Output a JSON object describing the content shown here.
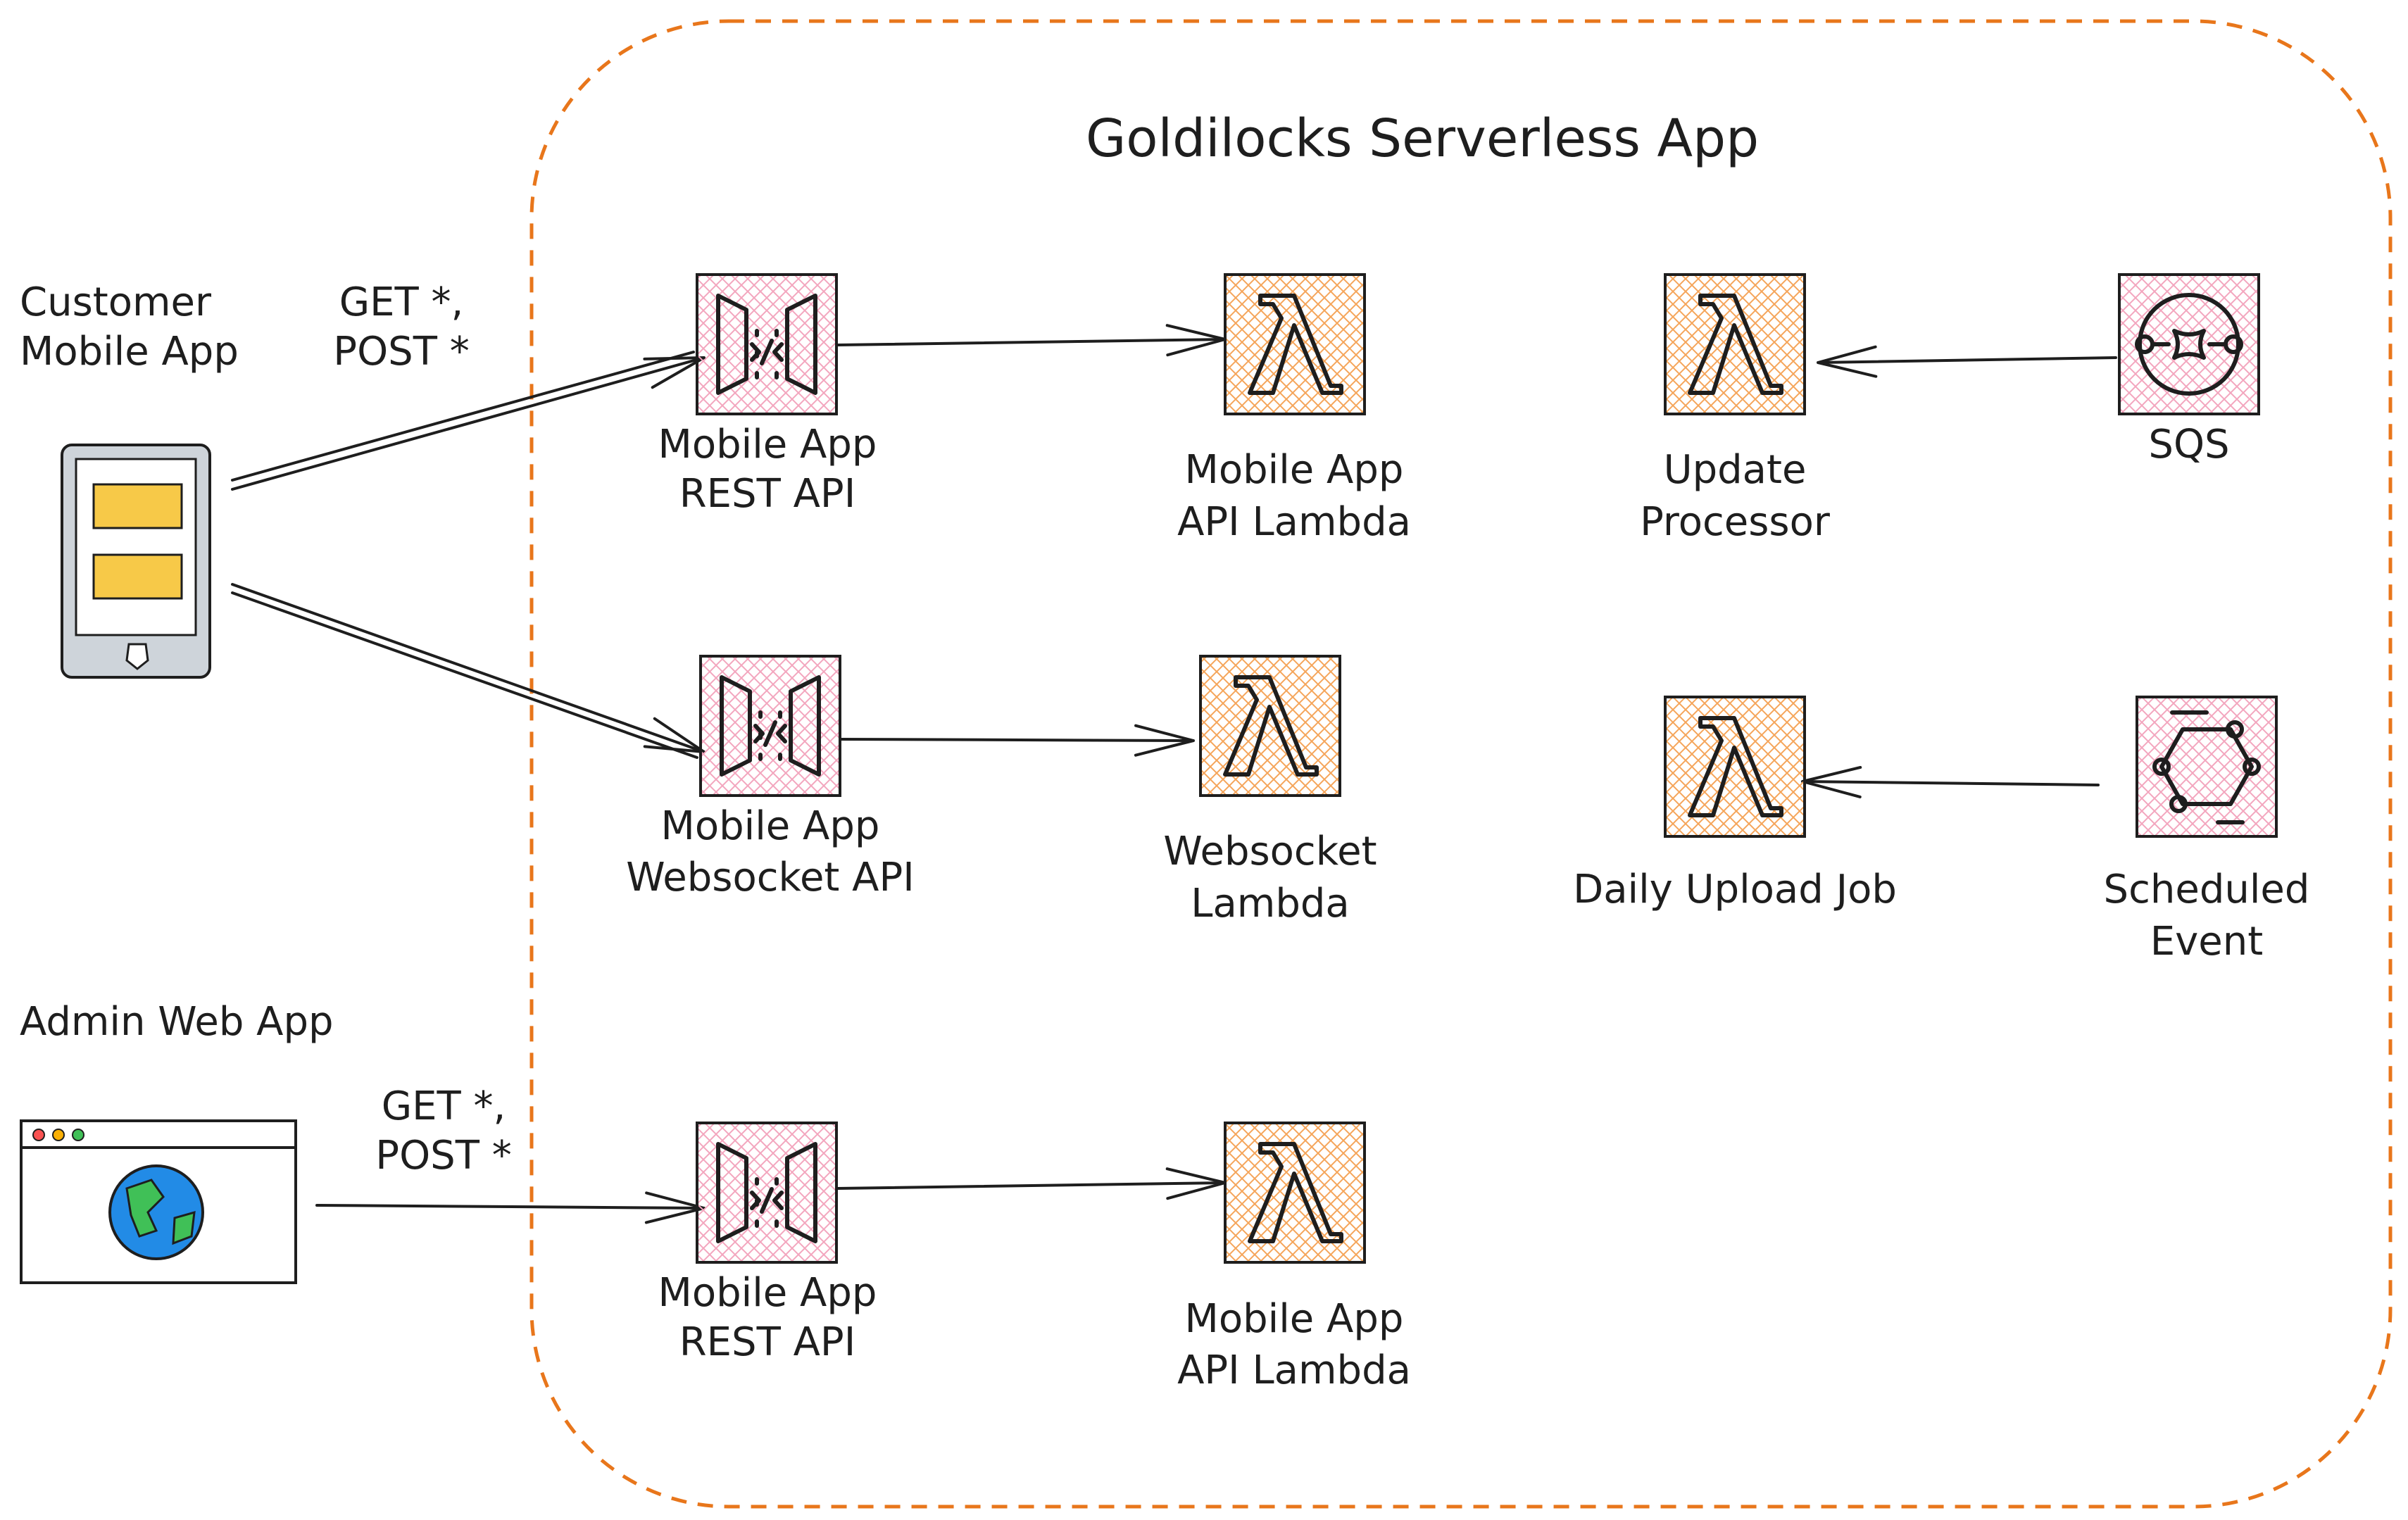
{
  "title": "Goldilocks Serverless App",
  "clients": {
    "mobile": {
      "label_line1": "Customer",
      "label_line2": "Mobile App"
    },
    "web": {
      "label": "Admin Web App"
    }
  },
  "edge_labels": {
    "mobile_rest": {
      "line1": "GET *,",
      "line2": "POST *"
    },
    "web_rest": {
      "line1": "GET *,",
      "line2": "POST *"
    }
  },
  "nodes": {
    "rest_api_1": {
      "line1": "Mobile App",
      "line2": "REST API",
      "icon": "api-gateway-icon",
      "color": "#f7c1d2"
    },
    "lambda_1": {
      "line1": "Mobile App",
      "line2": "API Lambda",
      "icon": "lambda-icon",
      "color": "#f5a55a"
    },
    "ws_api": {
      "line1": "Mobile App",
      "line2": "Websocket API",
      "icon": "api-gateway-icon",
      "color": "#f7c1d2"
    },
    "ws_lambda": {
      "line1": "Websocket",
      "line2": "Lambda",
      "icon": "lambda-icon",
      "color": "#f5a55a"
    },
    "update_processor": {
      "line1": "Update",
      "line2": "Processor",
      "icon": "lambda-icon",
      "color": "#f5a55a"
    },
    "sqs": {
      "line1": "SQS",
      "icon": "sqs-icon",
      "color": "#f7c1d2"
    },
    "daily_upload": {
      "line1": "Daily Upload Job",
      "icon": "lambda-icon",
      "color": "#f5a55a"
    },
    "scheduled_event": {
      "line1": "Scheduled",
      "line2": "Event",
      "icon": "eventbridge-icon",
      "color": "#f7c1d2"
    },
    "rest_api_2": {
      "line1": "Mobile App",
      "line2": "REST API",
      "icon": "api-gateway-icon",
      "color": "#f7c1d2"
    },
    "lambda_2": {
      "line1": "Mobile App",
      "line2": "API Lambda",
      "icon": "lambda-icon",
      "color": "#f5a55a"
    }
  },
  "colors": {
    "boundary": "#e8761b",
    "ink": "#1e1e1e",
    "phone_body": "#ced4da",
    "phone_card": "#f7c948",
    "globe_water": "#228be6",
    "globe_land": "#40c057"
  }
}
